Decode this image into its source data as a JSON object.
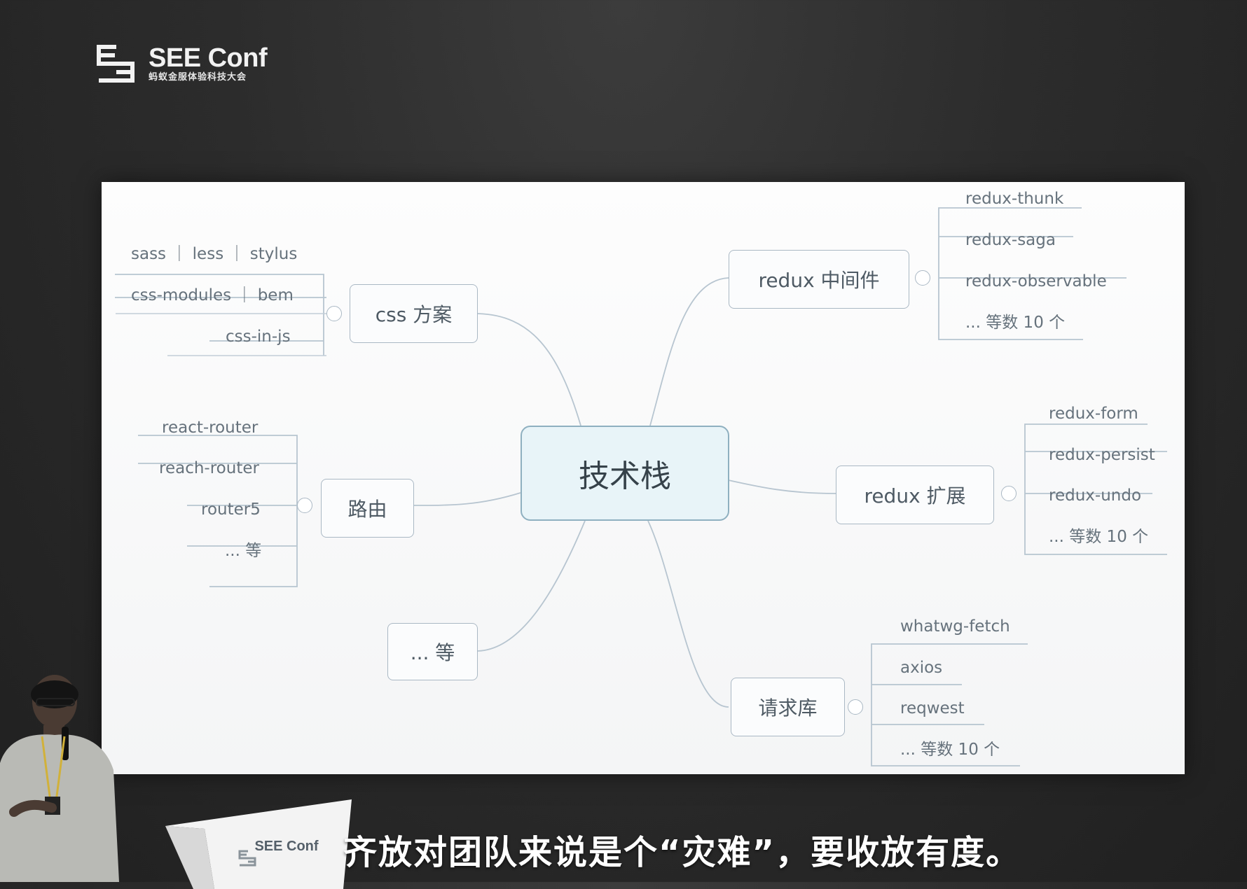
{
  "event_logo": {
    "name": "SEE Conf",
    "tagline": "蚂蚁金服体验科技大会"
  },
  "mindmap": {
    "root": "技术栈",
    "branches": [
      {
        "label": "css 方案",
        "children": [
          "sass ｜ less ｜ stylus",
          "css-modules ｜ bem",
          "css-in-js"
        ]
      },
      {
        "label": "路由",
        "children": [
          "react-router",
          "reach-router",
          "router5",
          "... 等"
        ]
      },
      {
        "label": "... 等",
        "children": []
      },
      {
        "label": "redux 中间件",
        "children": [
          "redux-thunk",
          "redux-saga",
          "redux-observable",
          "... 等数 10 个"
        ]
      },
      {
        "label": "redux 扩展",
        "children": [
          "redux-form",
          "redux-persist",
          "redux-undo",
          "... 等数 10 个"
        ]
      },
      {
        "label": "请求库",
        "children": [
          "whatwg-fetch",
          "axios",
          "reqwest",
          "... 等数 10 个"
        ]
      }
    ]
  },
  "podium_logo": "SEE Conf",
  "subtitle": "齐放对团队来说是个“灾难”，要收放有度。"
}
